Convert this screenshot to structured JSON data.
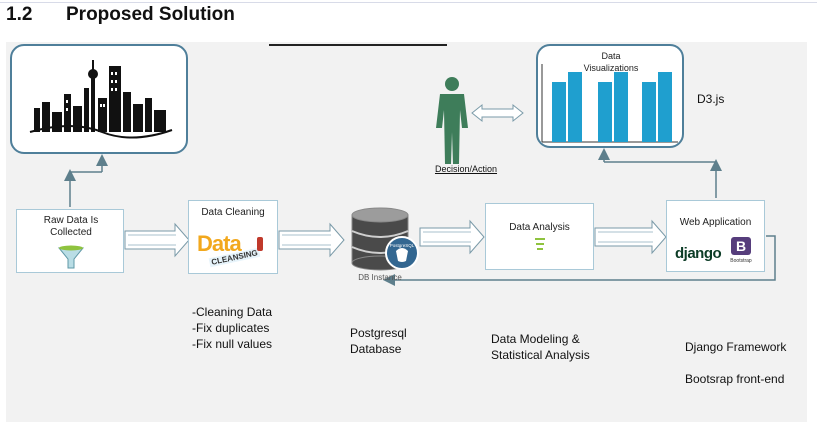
{
  "heading": {
    "number": "1.2",
    "title": "Proposed Solution"
  },
  "nodes": {
    "raw_data": "Raw Data Is Collected",
    "data_cleaning": "Data Cleaning",
    "data_cleaning_image_text_1": "Data",
    "data_cleaning_image_text_2": "CLEANSING",
    "db_instance": "DB Instance",
    "db_logo_text": "PostgreSQL",
    "data_analysis": "Data Analysis",
    "web_application": "Web Application",
    "django_logo": "django",
    "bootstrap_logo": "Bootstrap",
    "bootstrap_letter": "B",
    "data_visualizations": "Data Visualizations",
    "decision_action": "Decision/Action",
    "d3js": "D3.js"
  },
  "captions": {
    "cleaning": "-Cleaning Data\n-Fix duplicates\n-Fix null values",
    "database": "Postgresql\nDatabase",
    "analysis": "Data Modeling &\nStatistical Analysis",
    "framework": "Django Framework",
    "frontend": "Bootsrap front-end"
  },
  "colors": {
    "accent_blue": "#1f9fcf",
    "figure_green": "#3e7d5a",
    "border_blue": "#4f7f9a",
    "arrow_line": "#7a9aa8"
  },
  "icons": [
    "city-skyline-icon",
    "funnel-icon",
    "database-icon",
    "person-icon",
    "bar-chart-icon",
    "django-logo",
    "bootstrap-logo"
  ]
}
